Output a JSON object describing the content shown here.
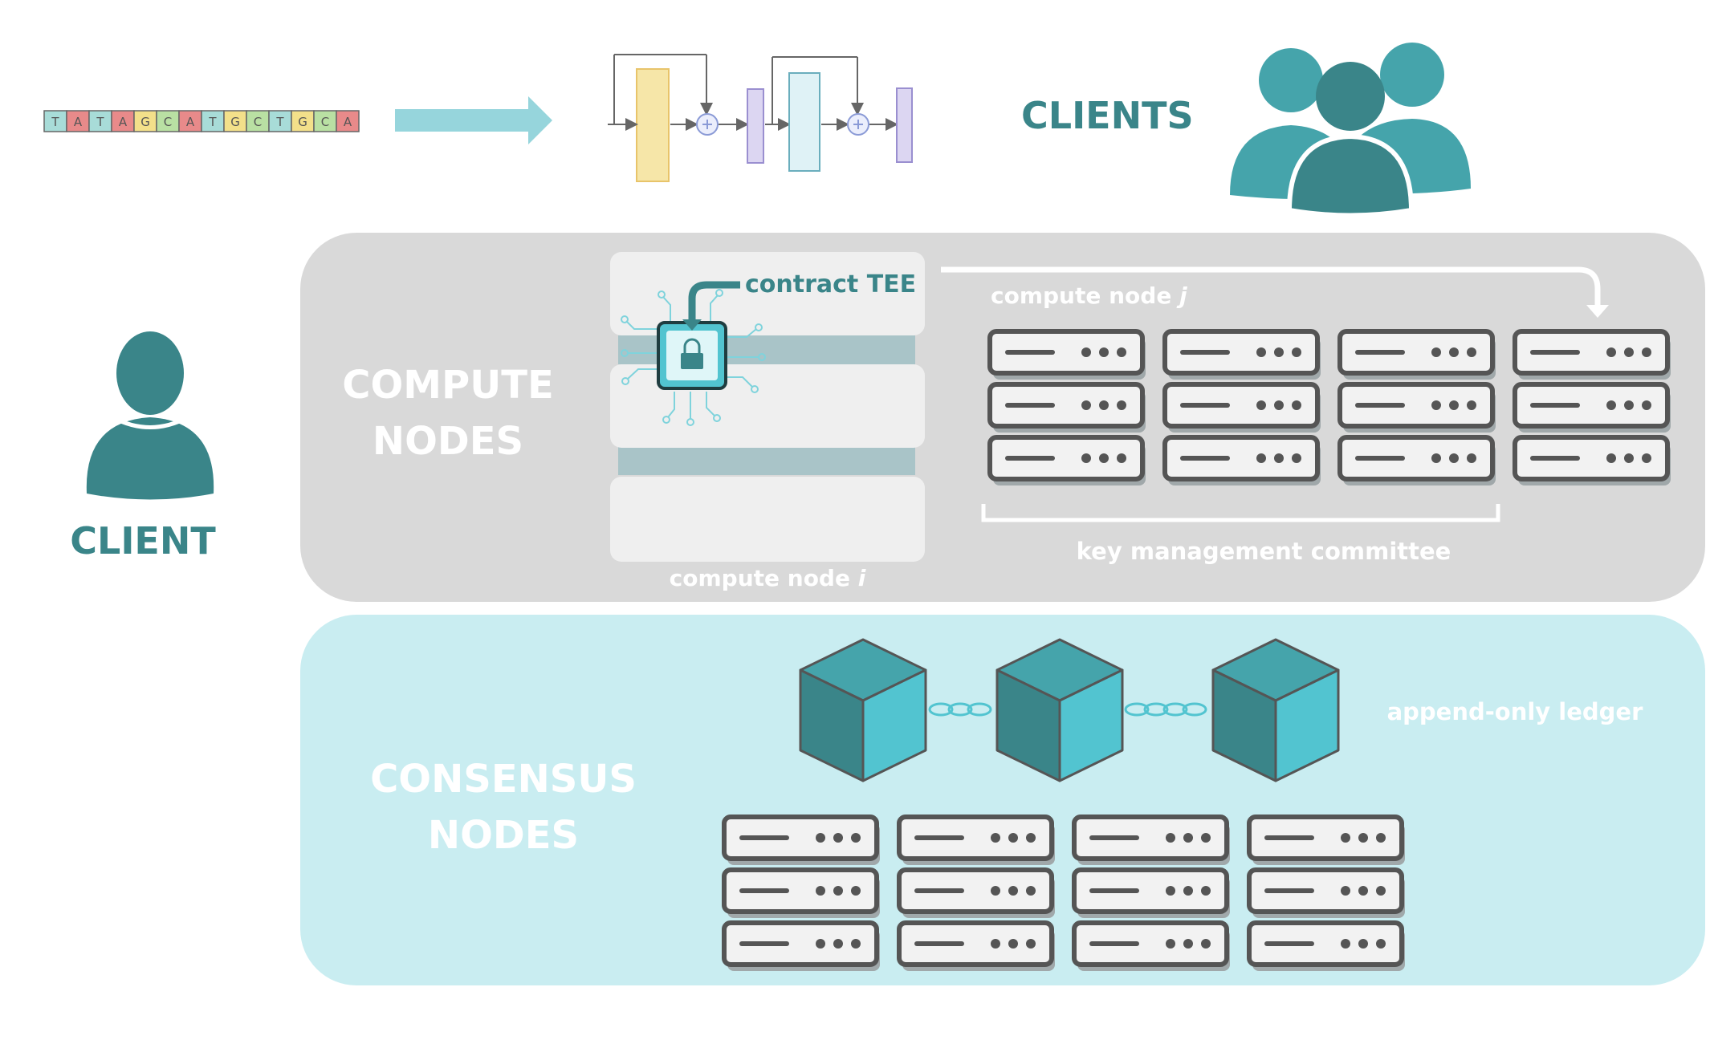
{
  "dna_sequence": [
    "T",
    "A",
    "T",
    "A",
    "G",
    "C",
    "A",
    "T",
    "G",
    "C",
    "T",
    "G",
    "C",
    "A"
  ],
  "base_colors": {
    "T": "#a8dcd8",
    "A": "#e88a8a",
    "G": "#f3e08a",
    "C": "#b9e0a3"
  },
  "labels": {
    "clients": "CLIENTS",
    "client": "CLIENT",
    "compute_nodes_line1": "COMPUTE",
    "compute_nodes_line2": "NODES",
    "consensus_nodes_line1": "CONSENSUS",
    "consensus_nodes_line2": "NODES",
    "contract_tee": "contract TEE",
    "compute_node_j_prefix": "compute node ",
    "compute_node_j_var": "j",
    "compute_node_i_prefix": "compute node ",
    "compute_node_i_var": "i",
    "key_management_committee": "key management committee",
    "append_only_ledger": "append-only ledger"
  },
  "colors": {
    "teal_dark": "#3a8589",
    "teal_mid": "#45a4ab",
    "teal_light": "#52c4d0",
    "compute_panel": "#d9d9d9",
    "consensus_panel": "#c9edf1",
    "server_border": "#555555",
    "arrow": "#96d5dc"
  }
}
